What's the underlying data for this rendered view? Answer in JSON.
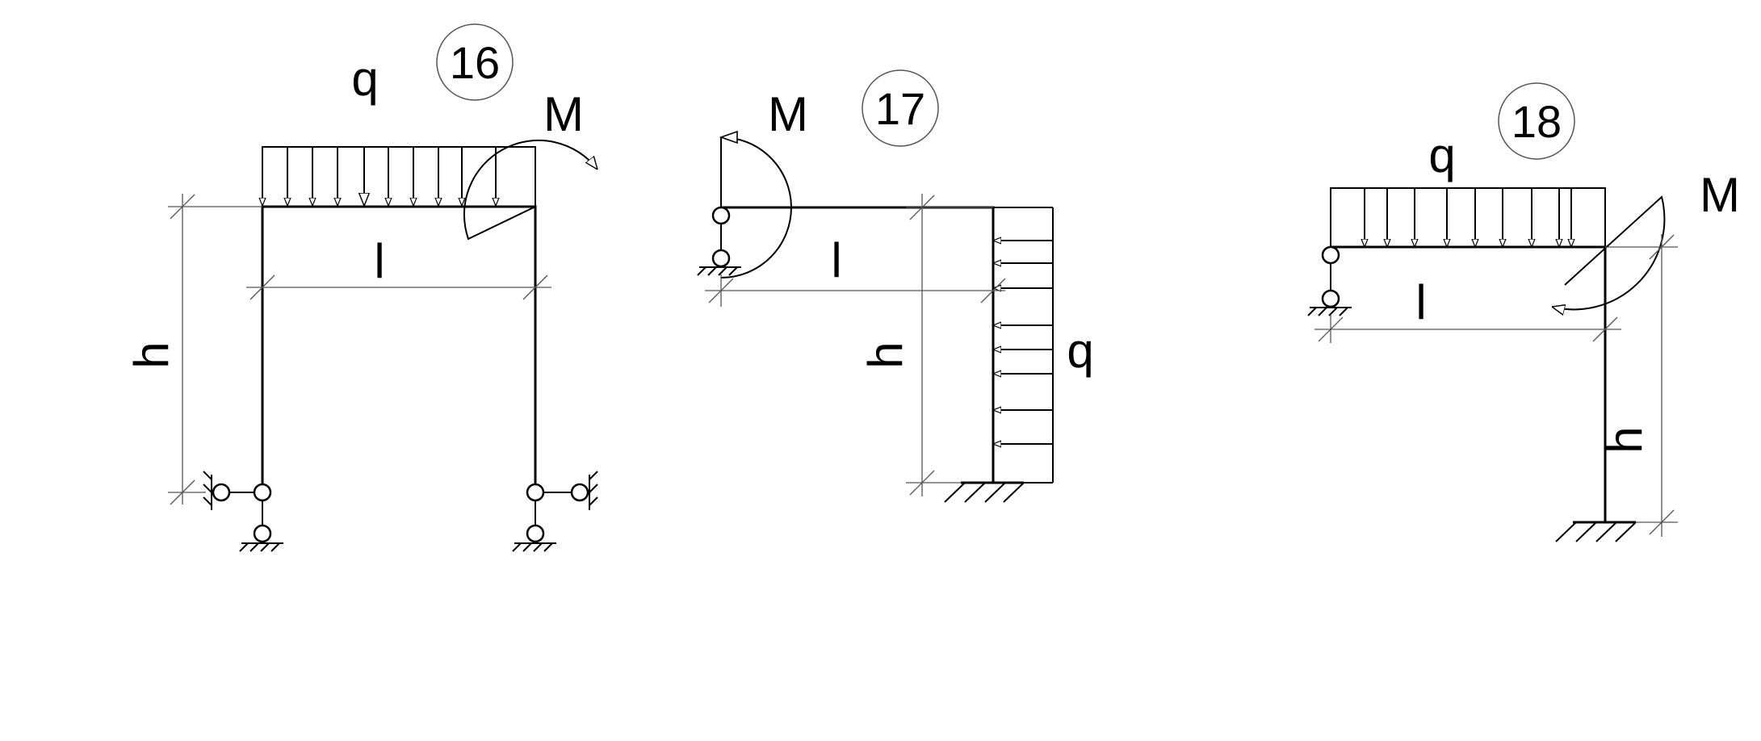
{
  "diagrams": [
    {
      "number": "16",
      "load_q": "q",
      "moment": "M",
      "span": "l",
      "height": "h"
    },
    {
      "number": "17",
      "load_q": "q",
      "moment": "M",
      "span": "l",
      "height": "h"
    },
    {
      "number": "18",
      "load_q": "q",
      "moment": "M",
      "span": "l",
      "height": "h"
    }
  ]
}
